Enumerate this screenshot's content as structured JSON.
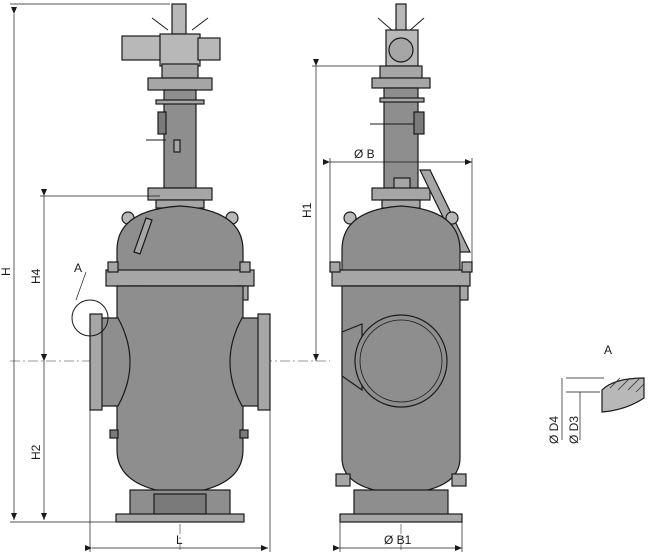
{
  "labels": {
    "H": "H",
    "H4": "H4",
    "H2": "H2",
    "H1": "H1",
    "L": "L",
    "B": "Ø B",
    "B1": "Ø B1",
    "A_callout": "A",
    "A_detail": "A",
    "D4": "Ø D4",
    "D3": "Ø D3"
  }
}
